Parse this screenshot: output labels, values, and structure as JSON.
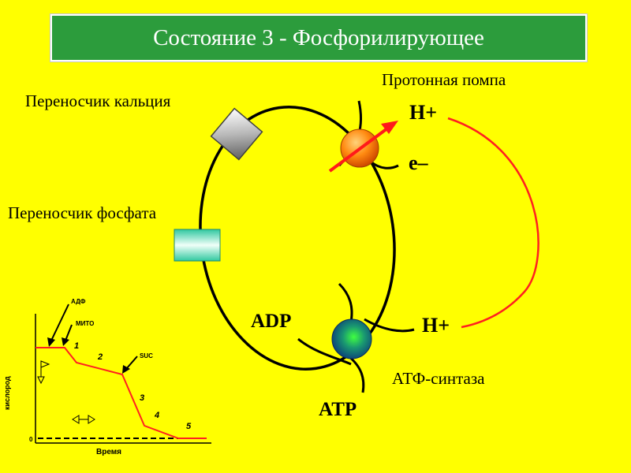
{
  "title": "Состояние 3 - Фосфорилирующее",
  "labels": {
    "calcium_carrier": "Переносчик кальция",
    "phosphate_carrier": "Переносчик фосфата",
    "proton_pump": "Протонная помпа",
    "atp_synthase": "АТФ-синтаза",
    "adp": "ADP",
    "atp": "ATP",
    "h_plus_top": "H+",
    "h_plus_bottom": "H+",
    "electron": "e–"
  },
  "inset": {
    "y_axis_label": "кислород",
    "x_axis_label": "Время",
    "zero_label": "0",
    "annotations": {
      "adp": "АДФ",
      "mito": "МИТО",
      "suc": "SUC"
    },
    "phase_numbers": [
      "1",
      "2",
      "3",
      "4",
      "5"
    ]
  },
  "colors": {
    "background": "#ffff00",
    "title_bg": "#2c9c3c",
    "curve": "#ff2020",
    "membrane": "#000000"
  }
}
